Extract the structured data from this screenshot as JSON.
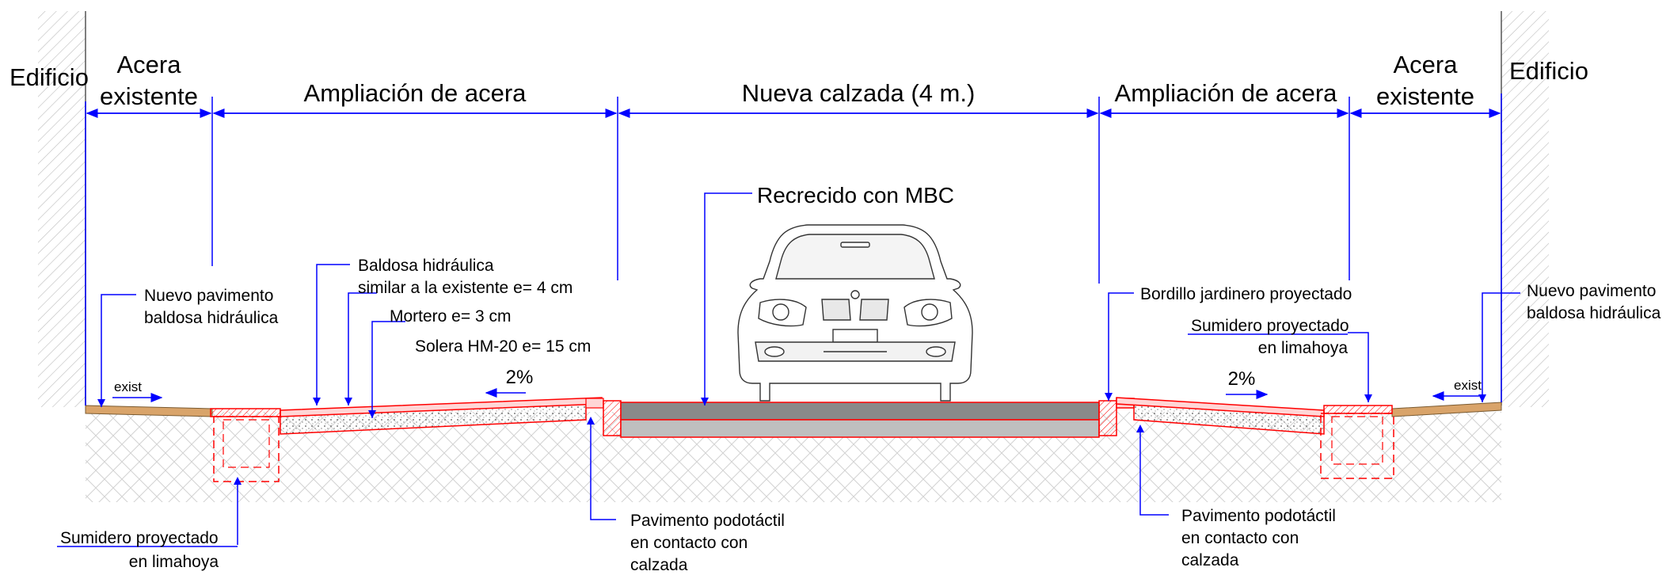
{
  "labels": {
    "edificio_left": "Edificio",
    "edificio_right": "Edificio",
    "acera_left_line1": "Acera",
    "acera_left_line2": "existente",
    "acera_right_line1": "Acera",
    "acera_right_line2": "existente",
    "ampliacion_left": "Ampliación de acera",
    "ampliacion_right": "Ampliación de acera",
    "nueva_calzada": "Nueva calzada (4 m.)",
    "recrecido": "Recrecido con MBC",
    "baldosa_line1": "Baldosa hidráulica",
    "baldosa_line2": "similar a la existente e= 4 cm",
    "mortero": "Mortero e= 3 cm",
    "solera": "Solera HM-20 e= 15 cm",
    "pendiente_left": "2%",
    "pendiente_right": "2%",
    "nuevo_pav_left_line1": "Nuevo pavimento",
    "nuevo_pav_left_line2": "baldosa hidráulica",
    "nuevo_pav_right_line1": "Nuevo pavimento",
    "nuevo_pav_right_line2": "baldosa hidráulica",
    "bordillo": "Bordillo jardinero proyectado",
    "sumidero_right_line1": "Sumidero proyectado",
    "sumidero_right_line2": "en limahoya",
    "sumidero_left_line1": "Sumidero proyectado",
    "sumidero_left_line2": "en limahoya",
    "exist_left": "exist",
    "exist_right": "exist",
    "podotactil_left_line1": "Pavimento podotáctil",
    "podotactil_left_line2": "en contacto con",
    "podotactil_left_line3": "calzada",
    "podotactil_right_line1": "Pavimento podotáctil",
    "podotactil_right_line2": "en contacto con",
    "podotactil_right_line3": "calzada"
  },
  "colors": {
    "dimension": "#0000ff",
    "new_work": "#ff0000",
    "existing_paving": "#d9a46a",
    "asphalt": "#8a8a8a",
    "hatch": "#c8c8c8",
    "text": "#000000"
  }
}
